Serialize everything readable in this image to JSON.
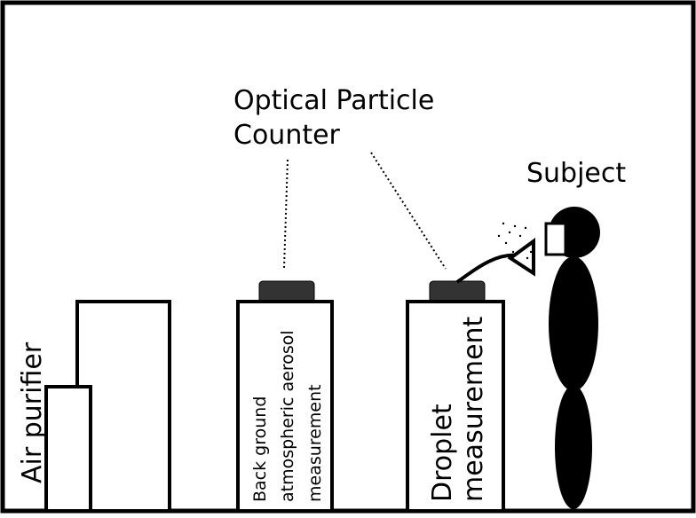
{
  "labels": {
    "optical_counter_line1": "Optical Particle",
    "optical_counter_line2": "Counter",
    "subject": "Subject",
    "air_purifier": "Air purifier",
    "background_line1": "Back ground",
    "background_line2": "atmospheric aerosol",
    "background_line3": "measurement",
    "droplet_line1": "Droplet",
    "droplet_line2": "measurement"
  },
  "colors": {
    "stroke": "#000000",
    "counter_fill": "#333333",
    "background": "#ffffff"
  }
}
